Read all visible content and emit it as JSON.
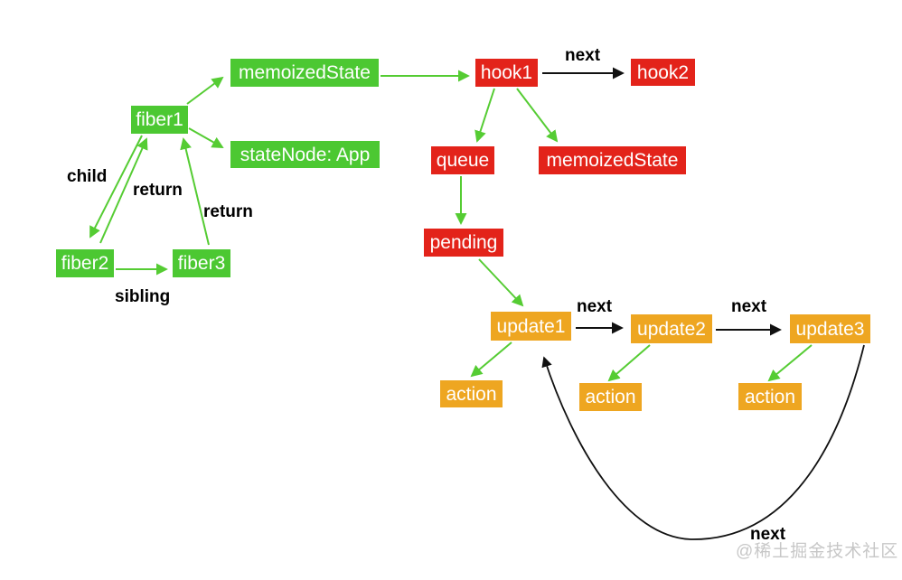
{
  "diagram_type": "react-fiber-hooks-structure",
  "colors": {
    "node_green": "#4CC832",
    "node_red": "#E3231A",
    "node_orange": "#EEA621",
    "arrow_green": "#55CC33",
    "arrow_black": "#111111",
    "label_black": "#000000",
    "watermark_gray": "#C7C7C7"
  },
  "nodes": {
    "fiber1": {
      "label": "fiber1",
      "color": "green"
    },
    "memoized_state_fiber": {
      "label": "memoizedState",
      "color": "green"
    },
    "state_node": {
      "label": "stateNode: App",
      "color": "green"
    },
    "fiber2": {
      "label": "fiber2",
      "color": "green"
    },
    "fiber3": {
      "label": "fiber3",
      "color": "green"
    },
    "hook1": {
      "label": "hook1",
      "color": "red"
    },
    "hook2": {
      "label": "hook2",
      "color": "red"
    },
    "queue": {
      "label": "queue",
      "color": "red"
    },
    "memoized_state_hook": {
      "label": "memoizedState",
      "color": "red"
    },
    "pending": {
      "label": "pending",
      "color": "red"
    },
    "update1": {
      "label": "update1",
      "color": "orange"
    },
    "update2": {
      "label": "update2",
      "color": "orange"
    },
    "update3": {
      "label": "update3",
      "color": "orange"
    },
    "action1": {
      "label": "action",
      "color": "orange"
    },
    "action2": {
      "label": "action",
      "color": "orange"
    },
    "action3": {
      "label": "action",
      "color": "orange"
    }
  },
  "edge_labels": {
    "child": "child",
    "return_fiber2": "return",
    "return_fiber3": "return",
    "sibling": "sibling",
    "next_hook": "next",
    "next_update12": "next",
    "next_update23": "next",
    "next_circular": "next"
  },
  "edges": [
    {
      "from": "fiber1",
      "to": "memoized_state_fiber",
      "color": "green"
    },
    {
      "from": "fiber1",
      "to": "state_node",
      "color": "green"
    },
    {
      "from": "fiber1",
      "to": "fiber2",
      "color": "green",
      "label": "child"
    },
    {
      "from": "fiber2",
      "to": "fiber1",
      "color": "green",
      "label": "return"
    },
    {
      "from": "fiber3",
      "to": "fiber1",
      "color": "green",
      "label": "return"
    },
    {
      "from": "fiber2",
      "to": "fiber3",
      "color": "green",
      "label": "sibling"
    },
    {
      "from": "memoized_state_fiber",
      "to": "hook1",
      "color": "green"
    },
    {
      "from": "hook1",
      "to": "hook2",
      "color": "black",
      "label": "next"
    },
    {
      "from": "hook1",
      "to": "queue",
      "color": "green"
    },
    {
      "from": "hook1",
      "to": "memoized_state_hook",
      "color": "green"
    },
    {
      "from": "queue",
      "to": "pending",
      "color": "green"
    },
    {
      "from": "pending",
      "to": "update1",
      "color": "green"
    },
    {
      "from": "update1",
      "to": "update2",
      "color": "black",
      "label": "next"
    },
    {
      "from": "update2",
      "to": "update3",
      "color": "black",
      "label": "next"
    },
    {
      "from": "update1",
      "to": "action1",
      "color": "green"
    },
    {
      "from": "update2",
      "to": "action2",
      "color": "green"
    },
    {
      "from": "update3",
      "to": "action3",
      "color": "green"
    },
    {
      "from": "update3",
      "to": "update1",
      "color": "black",
      "label": "next",
      "shape": "curve"
    }
  ],
  "watermark": {
    "text": "@稀土掘金技术社区"
  }
}
